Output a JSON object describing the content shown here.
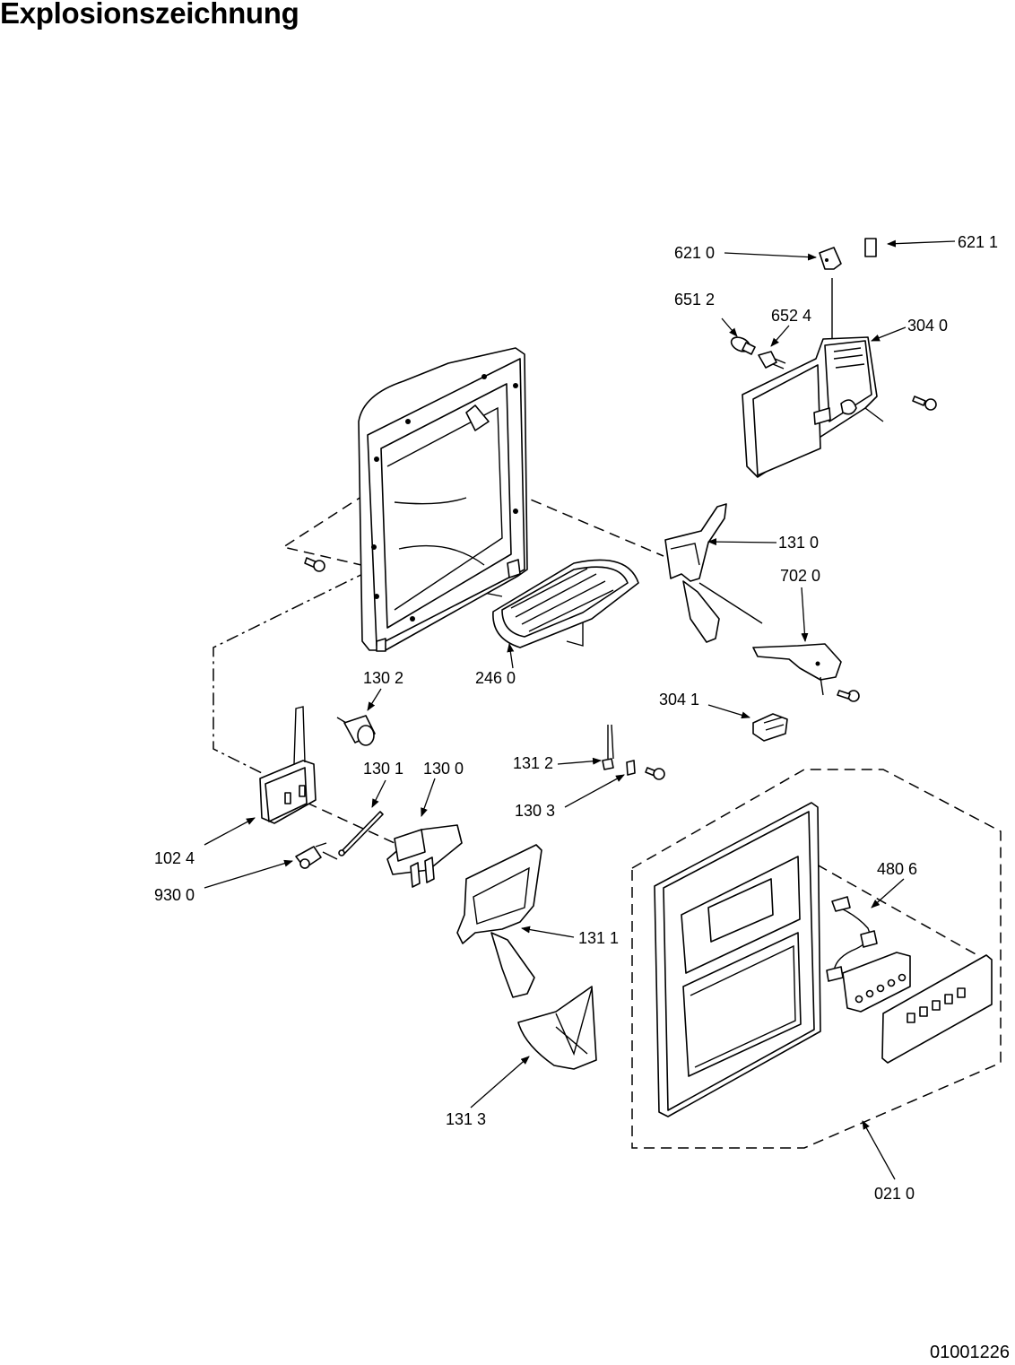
{
  "title": "Explosionszeichnung",
  "doc_number": "01001226",
  "part_labels": {
    "p6210": "621 0",
    "p6211": "621 1",
    "p6512": "651 2",
    "p6524": "652 4",
    "p3040": "304 0",
    "p1310": "131 0",
    "p7020": "702 0",
    "p1302": "130 2",
    "p2460": "246 0",
    "p3041": "304 1",
    "p1301": "130 1",
    "p1300": "130 0",
    "p1312": "131 2",
    "p1303": "130 3",
    "p1024": "102 4",
    "p9300": "930 0",
    "p4806": "480 6",
    "p1311": "131 1",
    "p1313": "131 3",
    "p0210": "021 0"
  }
}
